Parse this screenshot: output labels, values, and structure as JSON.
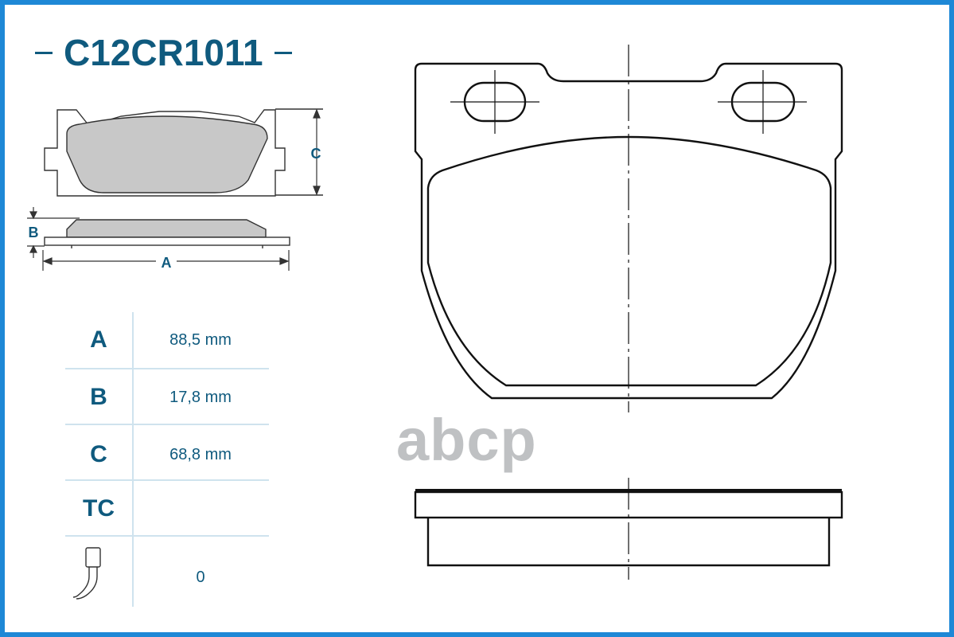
{
  "part_number": "C12CR1011",
  "dimension_letters": {
    "a": "A",
    "b": "B",
    "c": "C"
  },
  "specs": [
    {
      "label": "A",
      "value": "88,5 mm"
    },
    {
      "label": "B",
      "value": "17,8 mm"
    },
    {
      "label": "C",
      "value": "68,8 mm"
    },
    {
      "label": "TC",
      "value": ""
    },
    {
      "label": "",
      "value": "0",
      "icon": "wear-sensor-icon"
    }
  ],
  "watermark": "abcp",
  "colors": {
    "frame": "#1e88d6",
    "text": "#0f5a7e",
    "pad_fill": "#c8c8c8",
    "watermark": "#bfc1c3"
  }
}
